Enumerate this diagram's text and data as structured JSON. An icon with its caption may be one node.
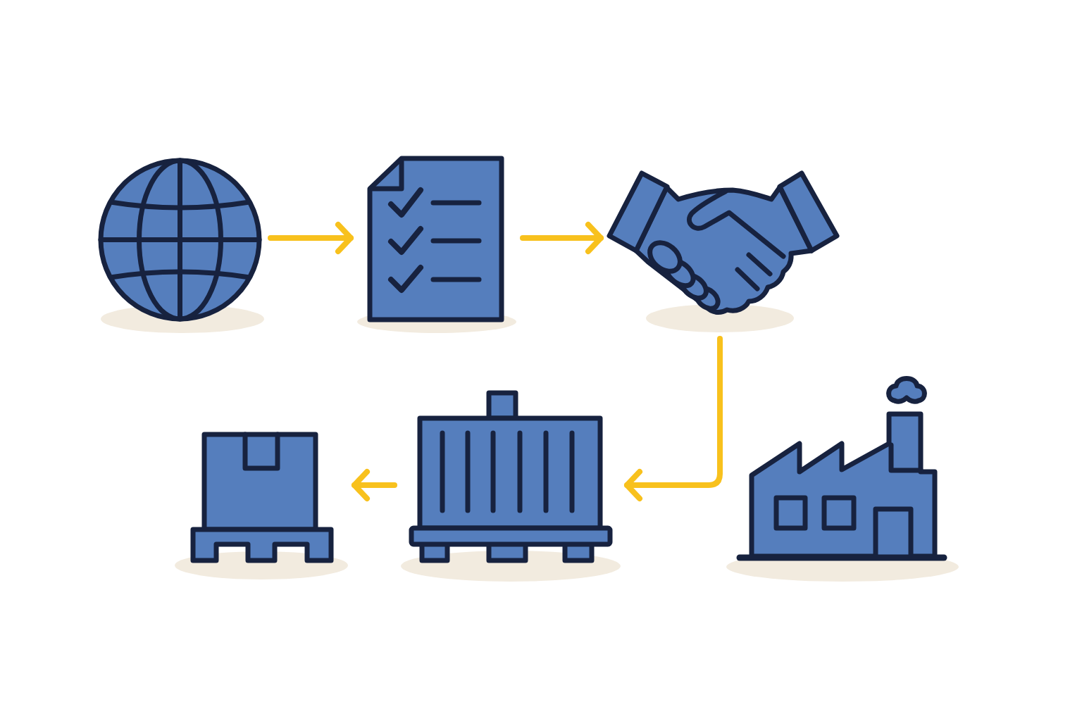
{
  "diagram": {
    "nodes": [
      {
        "text": [],
        "shape": "picture"
      },
      {
        "text": [],
        "shape": "picture"
      },
      {
        "text": [],
        "shape": "picture"
      },
      {
        "text": [],
        "shape": "picture"
      },
      {
        "text": [],
        "shape": "picture"
      },
      {
        "text": [],
        "shape": "picture"
      }
    ],
    "edges": [
      {
        "from": 0,
        "to": 1,
        "arrow": "to"
      },
      {
        "from": 1,
        "to": 2,
        "arrow": "to"
      },
      {
        "from": 2,
        "to": 4,
        "arrow": "to"
      },
      {
        "from": 4,
        "to": 3,
        "arrow": "to"
      }
    ]
  }
}
